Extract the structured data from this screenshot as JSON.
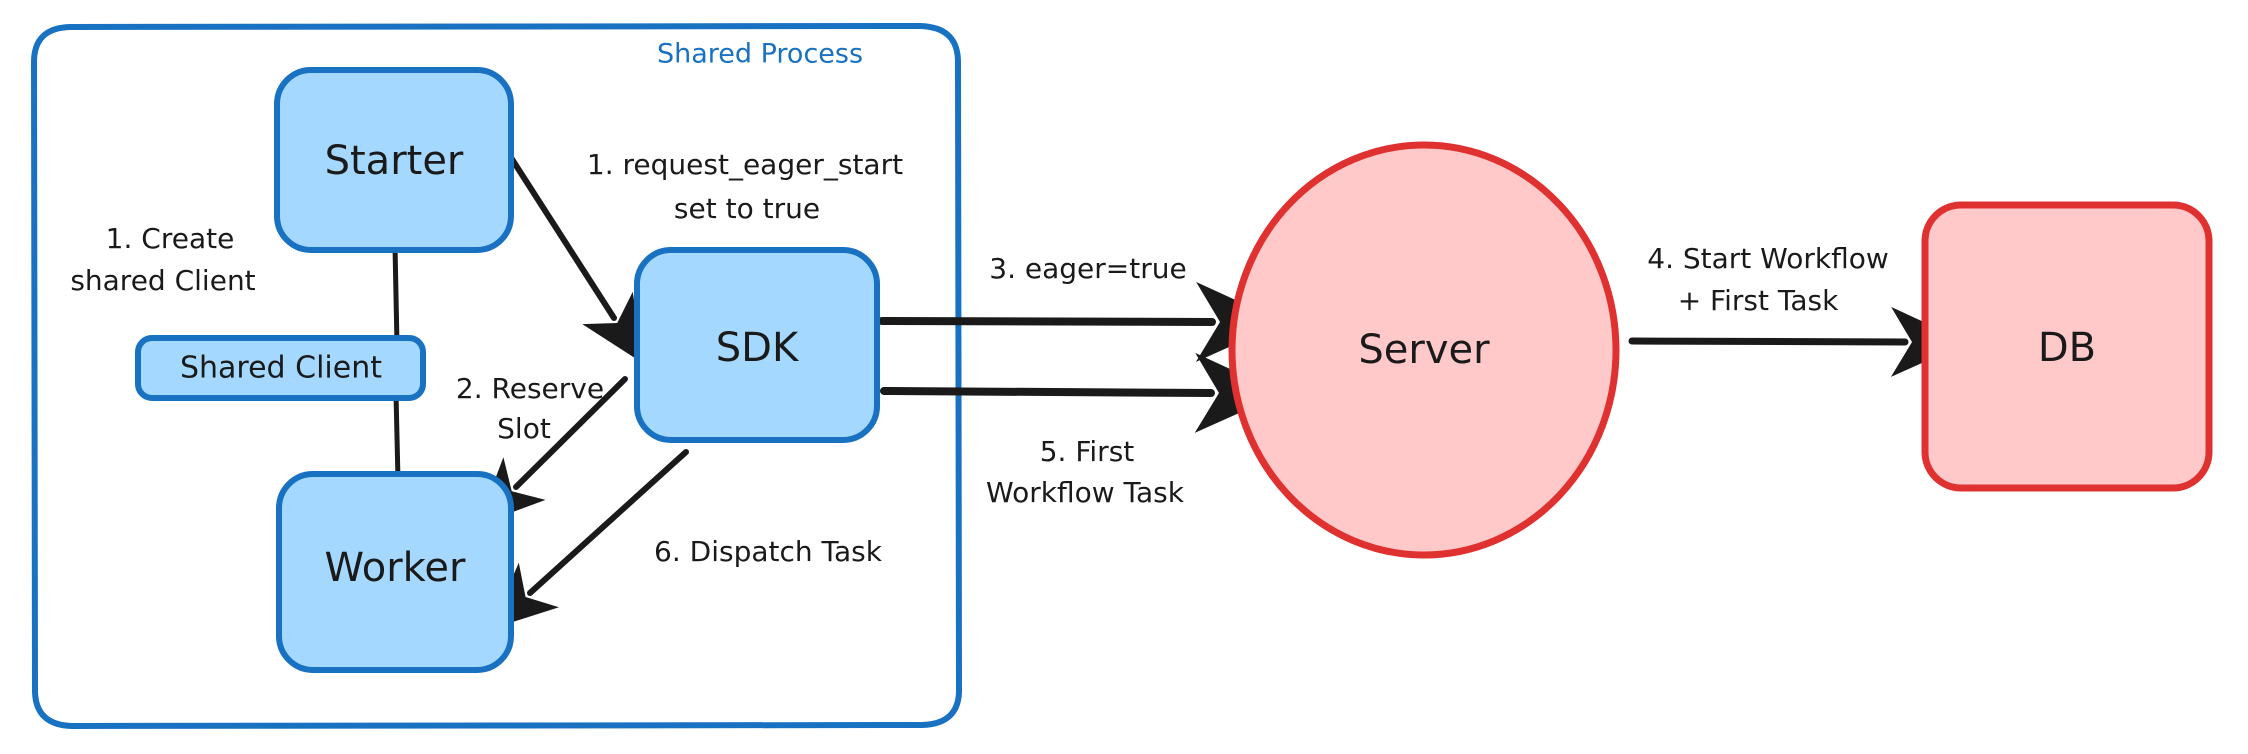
{
  "diagram": {
    "title_label": "Shared Process",
    "background": "#ffffff",
    "colors": {
      "blue_stroke": "#1971c2",
      "blue_fill": "#a5d8ff",
      "red_stroke": "#e03131",
      "red_fill": "#ffc9c9",
      "arrow": "#1a1a1a",
      "text": "#1a1a1a"
    },
    "group": {
      "name": "shared-process-group",
      "label": "Shared Process"
    },
    "nodes": [
      {
        "id": "starter",
        "label": "Starter",
        "shape": "rounded-rect",
        "color": "blue"
      },
      {
        "id": "shared-client",
        "label": "Shared Client",
        "shape": "rounded-rect",
        "color": "blue"
      },
      {
        "id": "worker",
        "label": "Worker",
        "shape": "rounded-rect",
        "color": "blue"
      },
      {
        "id": "sdk",
        "label": "SDK",
        "shape": "rounded-rect",
        "color": "blue"
      },
      {
        "id": "server",
        "label": "Server",
        "shape": "ellipse",
        "color": "red"
      },
      {
        "id": "db",
        "label": "DB",
        "shape": "rounded-rect",
        "color": "red"
      }
    ],
    "edges": [
      {
        "id": "edge-create-shared-client",
        "from": "starter",
        "to": "shared-client",
        "label_lines": [
          "1. Create",
          "shared Client"
        ],
        "arrowhead": false
      },
      {
        "id": "edge-request-eager-start",
        "from": "starter",
        "to": "sdk",
        "label_lines": [
          "1. request_eager_start",
          "set to true"
        ],
        "arrowhead": true
      },
      {
        "id": "edge-reserve-slot",
        "from": "sdk",
        "to": "worker",
        "label_lines": [
          "2. Reserve",
          "Slot"
        ],
        "arrowhead": true
      },
      {
        "id": "edge-eager-true",
        "from": "sdk",
        "to": "server",
        "label_lines": [
          "3. eager=true"
        ],
        "arrowhead": true
      },
      {
        "id": "edge-start-workflow",
        "from": "server",
        "to": "db",
        "label_lines": [
          "4. Start Workflow",
          "+ First Task"
        ],
        "arrowhead": true
      },
      {
        "id": "edge-first-workflow-task",
        "from": "server",
        "to": "sdk",
        "label_lines": [
          "5. First",
          "Workflow Task"
        ],
        "arrowhead": true
      },
      {
        "id": "edge-dispatch-task",
        "from": "sdk",
        "to": "worker",
        "label_lines": [
          "6. Dispatch Task"
        ],
        "arrowhead": true
      },
      {
        "id": "edge-shared-client-worker",
        "from": "shared-client",
        "to": "worker",
        "label_lines": [],
        "arrowhead": false
      }
    ],
    "labels": {
      "starter": "Starter",
      "shared_client": "Shared Client",
      "worker": "Worker",
      "sdk": "SDK",
      "server": "Server",
      "db": "DB",
      "shared_process": "Shared Process",
      "e1_line1": "1. Create",
      "e1_line2": "shared Client",
      "e2_line1": "1. request_eager_start",
      "e2_line2": "set to true",
      "e3_line1": "2. Reserve",
      "e3_line2": "Slot",
      "e4_line1": "3. eager=true",
      "e5_line1": "4. Start Workflow",
      "e5_line2": "+ First Task",
      "e6_line1": "5. First",
      "e6_line2": "Workflow Task",
      "e7_line1": "6. Dispatch Task"
    }
  }
}
